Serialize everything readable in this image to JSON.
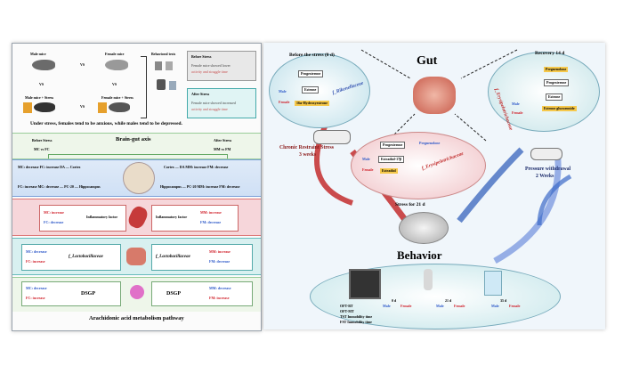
{
  "left_panel": {
    "top": {
      "male_mice": "Male mice",
      "female_mice": "Female mice",
      "vs": "VS",
      "male_stress": "Male mice + Stress",
      "female_stress": "Female mice + Stress",
      "behavioral_tests": "Behavioral tests",
      "before_stress_title": "Before Stress",
      "before_stress_note_1": "Female mice showed lower",
      "before_stress_note_2": "activity and struggle time",
      "after_stress_title": "After Stress",
      "after_stress_note_1": "Female mice showed increased",
      "after_stress_note_2": "activity and struggle time",
      "conclusion": "Under stress, females tend to be anxious, while males tend to be depressed."
    },
    "brain_gut": {
      "title": "Brain-gut axis",
      "before_label": "Before Stress",
      "before_compare": "MC vs FC",
      "after_label": "After Stress",
      "after_compare": "MM vs FM"
    },
    "cortex_band": {
      "left_line_1": "MC: decrease  FC: increase   DA — Cortex",
      "right_line_1": "Cortex — DA  MM: increase  FM: decrease",
      "left_line_2": "FC: increase  MC: decrease — PC-20 — Hippocampus",
      "right_line_2": "Hippocampus — PC-20  MM: increase  FM: decrease"
    },
    "inflammatory_band": {
      "mc": "MC: increase",
      "fc": "FC: decrease",
      "label_left": "Inflammatory factor",
      "label_right": "Inflammatory factor",
      "mm": "MM: increase",
      "fm": "FM: decrease"
    },
    "lacto_band": {
      "mc": "MC: decrease",
      "fc": "FC: increase",
      "label_left": "f_Lactobacillaceae",
      "label_right": "f_Lactobacillaceae",
      "mm": "MM: increase",
      "fm": "FM: decrease"
    },
    "dsgp_band": {
      "mc": "MC: decrease",
      "fc": "FC: increase",
      "label_left": "DSGP",
      "label_right": "DSGP",
      "mm": "MM: decrease",
      "fm": "FM: increase"
    },
    "footer": "Arachidonic acid metabolism pathway"
  },
  "right_panel": {
    "gut_title": "Gut",
    "behavior_title": "Behavior",
    "before_stress": "Before the stress (0 d)",
    "recovery": "Recovery 14 d",
    "stress_21": "Stress for 21 d",
    "chronic_stress": "Chronic Restraint Stress",
    "weeks_3": "3 weeks",
    "pressure_withdrawal": "Pressure withdrawal",
    "weeks_2": "2 Weeks",
    "left_oval": {
      "progesterone": "Progesterone",
      "estrone": "Estrone",
      "hormone": "16α-Hydroxyestrone",
      "bacteria": "f_Rikenellaceae",
      "male": "Male",
      "female": "Female"
    },
    "right_oval": {
      "progesterone": "Progesterone",
      "hormone_top": "Pregnenolone",
      "estrone": "Estrone",
      "hormone": "Estrone glucuronide",
      "bacteria": "f_Erysipelotrichaceae",
      "male": "Male",
      "female": "Female"
    },
    "center_oval": {
      "progesterone": "Progesterone",
      "hormone_top": "Pregnenolone",
      "estradiol": "Estradiol-17β",
      "hormone": "Estradiol",
      "bacteria": "f_Erysipelotrichaceae",
      "male": "Male",
      "female": "Female"
    },
    "table": {
      "row_labels": [
        "OFT-RT",
        "OFT-MT",
        "TST Immobility time",
        "FST Immobility time"
      ],
      "cols": [
        "0 d",
        "21 d",
        "35 d"
      ],
      "male": "Male",
      "female": "Female"
    }
  }
}
